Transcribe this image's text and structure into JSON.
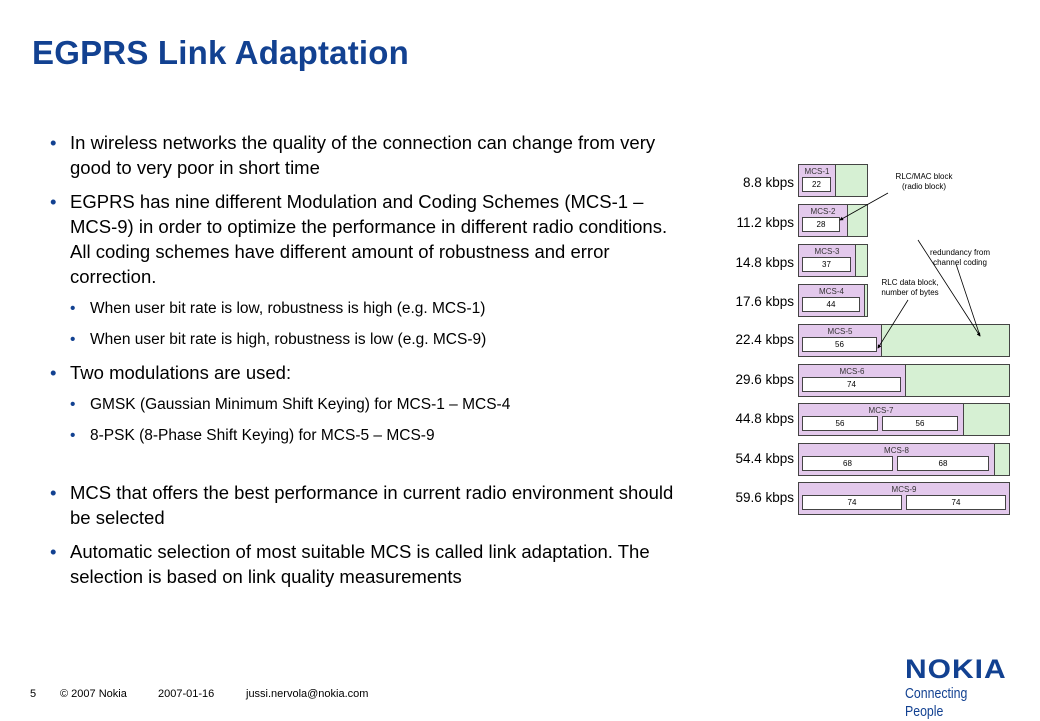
{
  "title": "EGPRS Link Adaptation",
  "bullets": {
    "b1": "In wireless networks the quality of the connection can change from very good to very poor in short time",
    "b2": "EGPRS has nine different Modulation and Coding Schemes (MCS-1 – MCS-9) in order to optimize the performance in different radio conditions. All coding schemes have different amount of robustness and error correction.",
    "b2a": "When user bit rate is low, robustness is high (e.g. MCS-1)",
    "b2b": "When user bit rate is high, robustness is low (e.g. MCS-9)",
    "b3": "Two modulations are used:",
    "b3a": "GMSK (Gaussian Minimum Shift Keying) for MCS-1 – MCS-4",
    "b3b": "8-PSK (8-Phase Shift Keying) for MCS-5 – MCS-9",
    "b4": "MCS that offers the best performance in current radio environment should be selected",
    "b5": "Automatic selection of most suitable MCS is called link adaptation. The selection is based on link quality measurements"
  },
  "diagram": {
    "rows": [
      {
        "rate": "8.8 kbps",
        "mcs": "MCS-1",
        "blocks": [
          "22"
        ]
      },
      {
        "rate": "11.2 kbps",
        "mcs": "MCS-2",
        "blocks": [
          "28"
        ]
      },
      {
        "rate": "14.8 kbps",
        "mcs": "MCS-3",
        "blocks": [
          "37"
        ]
      },
      {
        "rate": "17.6 kbps",
        "mcs": "MCS-4",
        "blocks": [
          "44"
        ]
      },
      {
        "rate": "22.4 kbps",
        "mcs": "MCS-5",
        "blocks": [
          "56"
        ]
      },
      {
        "rate": "29.6 kbps",
        "mcs": "MCS-6",
        "blocks": [
          "74"
        ]
      },
      {
        "rate": "44.8 kbps",
        "mcs": "MCS-7",
        "blocks": [
          "56",
          "56"
        ]
      },
      {
        "rate": "54.4 kbps",
        "mcs": "MCS-8",
        "blocks": [
          "68",
          "68"
        ]
      },
      {
        "rate": "59.6 kbps",
        "mcs": "MCS-9",
        "blocks": [
          "74",
          "74"
        ]
      }
    ],
    "annotations": {
      "rlcmac_line1": "RLC/MAC block",
      "rlcmac_line2": "(radio block)",
      "redundancy_line1": "redundancy from",
      "redundancy_line2": "channel coding",
      "rlcdata_line1": "RLC data block,",
      "rlcdata_line2": "number of bytes"
    },
    "colors": {
      "redundancy": "#d6f0d3",
      "rlcmac": "#e3c9ec",
      "accent": "#124191"
    }
  },
  "footer": {
    "page": "5",
    "copyright": "© 2007 Nokia",
    "date": "2007-01-16",
    "email": "jussi.nervola@nokia.com"
  },
  "logo": {
    "word": "NOKIA",
    "tagline": "Connecting People"
  }
}
